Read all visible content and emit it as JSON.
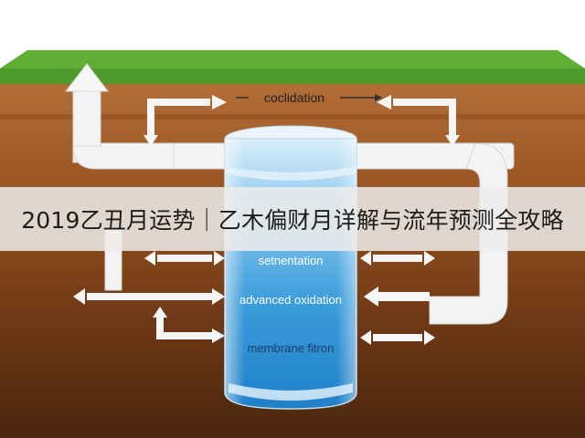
{
  "overlay": {
    "title": "2019乙丑月运势｜乙木偏财月详解与流年预测全攻略"
  },
  "diagram": {
    "top_label": "coclidation",
    "stages": [
      "setnentation",
      "advanced oxidation",
      "membrane fitron"
    ]
  },
  "colors": {
    "grass": "#5fae35",
    "soil_top": "#b06a35",
    "soil_mid": "#7a3e18",
    "soil_deep": "#4f2a10",
    "tank_light": "#cfe8f6",
    "tank_water": "#3a9ad8",
    "pipe": "#f4f4f4",
    "banner": "#eeecea"
  }
}
